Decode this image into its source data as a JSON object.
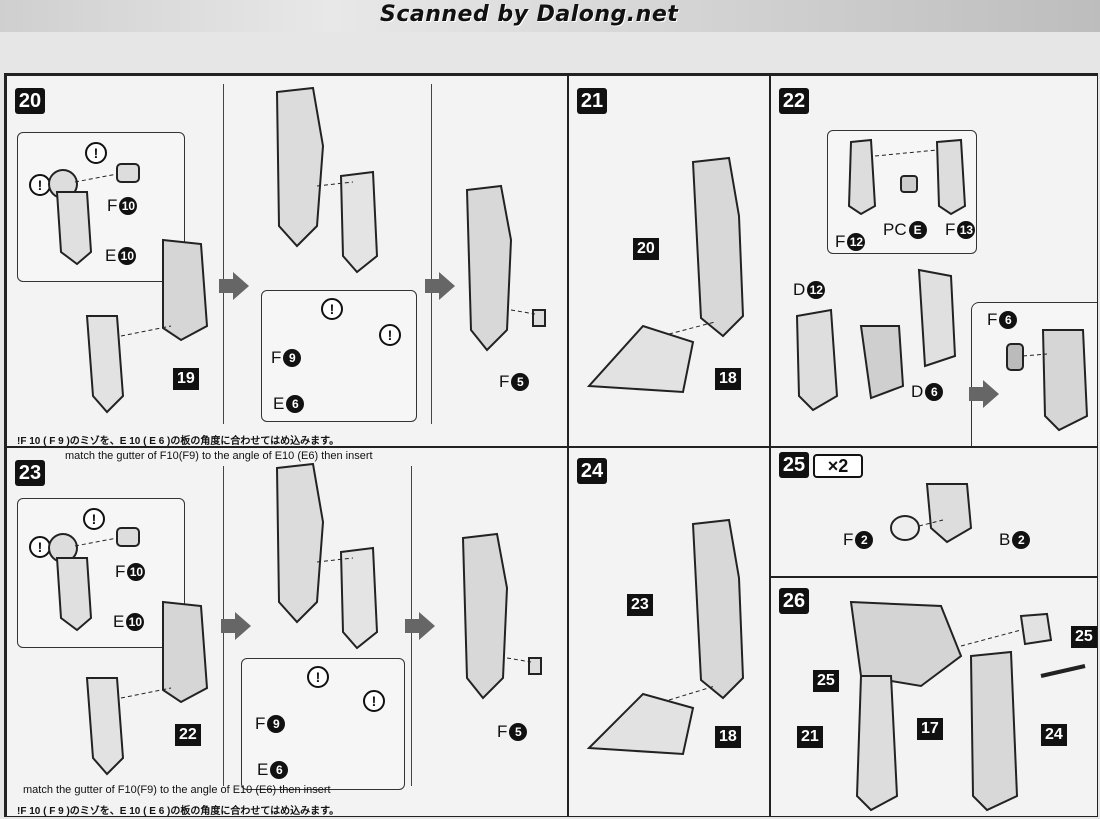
{
  "banner": {
    "text": "Scanned by Dalong.net"
  },
  "steps": {
    "s20": {
      "number": "20",
      "labels": {
        "f10": "F",
        "f10_num": "10",
        "e10": "E",
        "e10_num": "10",
        "tag19": "19",
        "f9": "F",
        "f9_num": "9",
        "e6": "E",
        "e6_num": "6",
        "f5": "F",
        "f5_num": "5"
      },
      "note_jp": "!F 10 ( F 9 )のミゾを、E 10 ( E 6 )の板の角度に合わせてはめ込みます。"
    },
    "s21": {
      "number": "21",
      "tags": [
        "20",
        "18"
      ]
    },
    "s22": {
      "number": "22",
      "labels": {
        "f12": "F",
        "f12_num": "12",
        "pc": "PC",
        "pc_letter": "E",
        "f13": "F",
        "f13_num": "13",
        "d12": "D",
        "d12_num": "12",
        "d6": "D",
        "d6_num": "6",
        "f6": "F",
        "f6_num": "6"
      }
    },
    "s23": {
      "number": "23",
      "note_en_top": "match the gutter of F10(F9) to the angle of E10 (E6) then insert",
      "labels": {
        "f10": "F",
        "f10_num": "10",
        "e10": "E",
        "e10_num": "10",
        "tag22": "22",
        "f9": "F",
        "f9_num": "9",
        "e6": "E",
        "e6_num": "6",
        "f5": "F",
        "f5_num": "5"
      },
      "note_en_bottom": "match the gutter of F10(F9) to the angle of E10 (E6) then insert",
      "note_jp": "!F 10 ( F 9 )のミゾを、E 10 ( E 6 )の板の角度に合わせてはめ込みます。"
    },
    "s24": {
      "number": "24",
      "tags": [
        "23",
        "18"
      ]
    },
    "s25": {
      "number": "25",
      "multiplier": "×2",
      "labels": {
        "f2": "F",
        "f2_num": "2",
        "b2": "B",
        "b2_num": "2"
      }
    },
    "s26": {
      "number": "26",
      "tags": [
        "25",
        "25",
        "21",
        "17",
        "24"
      ]
    }
  }
}
